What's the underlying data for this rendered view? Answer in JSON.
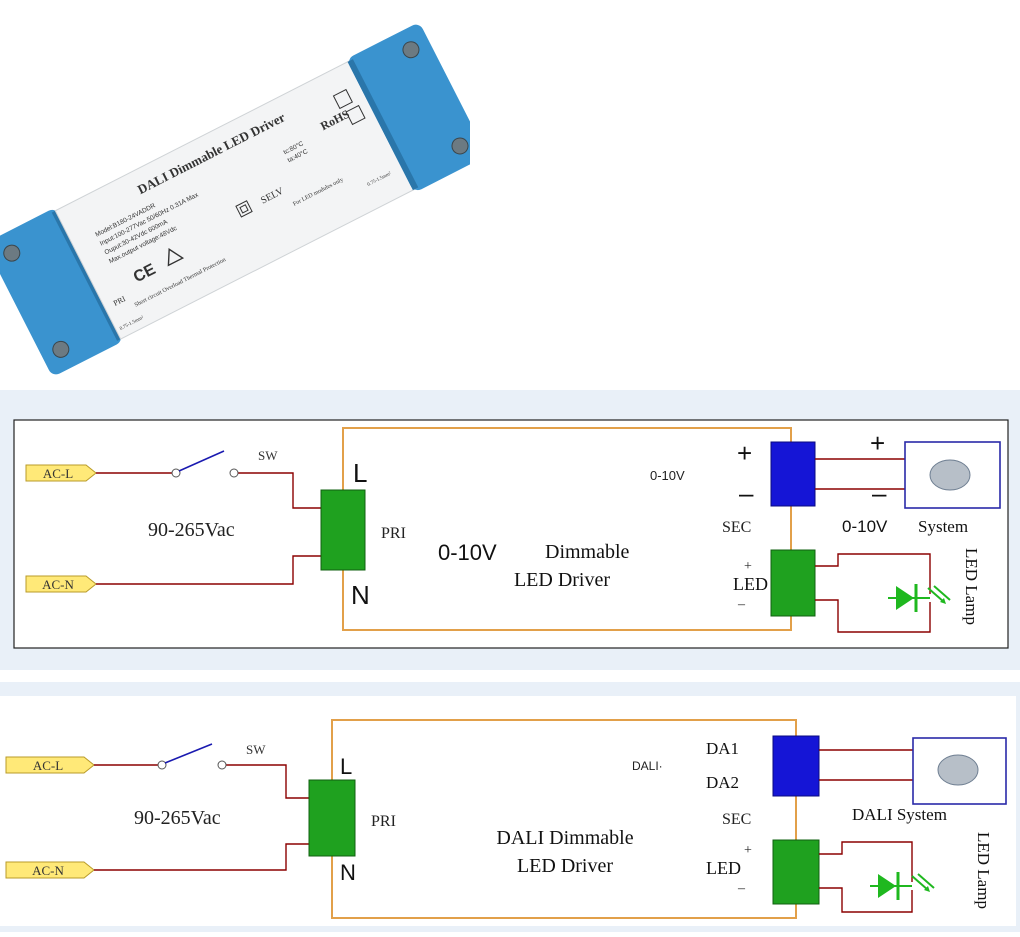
{
  "product": {
    "title": "DALI Dimmable LED Driver",
    "model": "Model:B180-24VADDR",
    "input": "Input:100-277Vac 50/60Hz 0.31A Max",
    "output": "Ouput:30-42Vdc 600mA",
    "max_output": "Max.output voltage:48Vdc",
    "temp_tc": "tc:80°C",
    "temp_ta": "ta:40°C",
    "rohs": "RoHS",
    "selv": "SELV",
    "pri": "PRI",
    "protection": "Short circuit Overload Thermal Protection",
    "led_only": "For LED modules only",
    "wire_left": "0.75-1.5mm²",
    "wire_right": "0.75-1.5mm²"
  },
  "diagram_1": {
    "ac_l": "AC-L",
    "ac_n": "AC-N",
    "sw": "SW",
    "voltage": "90-265Vac",
    "terminal_l": "L",
    "terminal_n": "N",
    "pri": "PRI",
    "driver_line1_a": "0-10V",
    "driver_line1_b": "Dimmable",
    "driver_line2": "LED Driver",
    "dim_input": "0-10V",
    "plus": "+",
    "minus": "–",
    "sec": "SEC",
    "led_plus": "+",
    "led": "LED",
    "led_minus": "–",
    "system_plus": "+",
    "system_minus": "–",
    "system_a": "0-10V",
    "system_b": "System",
    "lamp": "LED Lamp",
    "colors": {
      "driver_border": "#e2a04a",
      "terminal_green": "#1fa11f",
      "terminal_blue": "#1515d6",
      "wire": "#8b0000",
      "lamp_green": "#1fb81f",
      "system_border": "#2a2aa8"
    }
  },
  "diagram_2": {
    "ac_l": "AC-L",
    "ac_n": "AC-N",
    "sw": "SW",
    "voltage": "90-265Vac",
    "terminal_l": "L",
    "terminal_n": "N",
    "pri": "PRI",
    "driver_line1": "DALI Dimmable",
    "driver_line2": "LED Driver",
    "dali_input": "DALI·",
    "da1": "DA1",
    "da2": "DA2",
    "sec": "SEC",
    "led_plus": "+",
    "led": "LED",
    "led_minus": "–",
    "system": "DALI System",
    "lamp": "LED Lamp"
  }
}
